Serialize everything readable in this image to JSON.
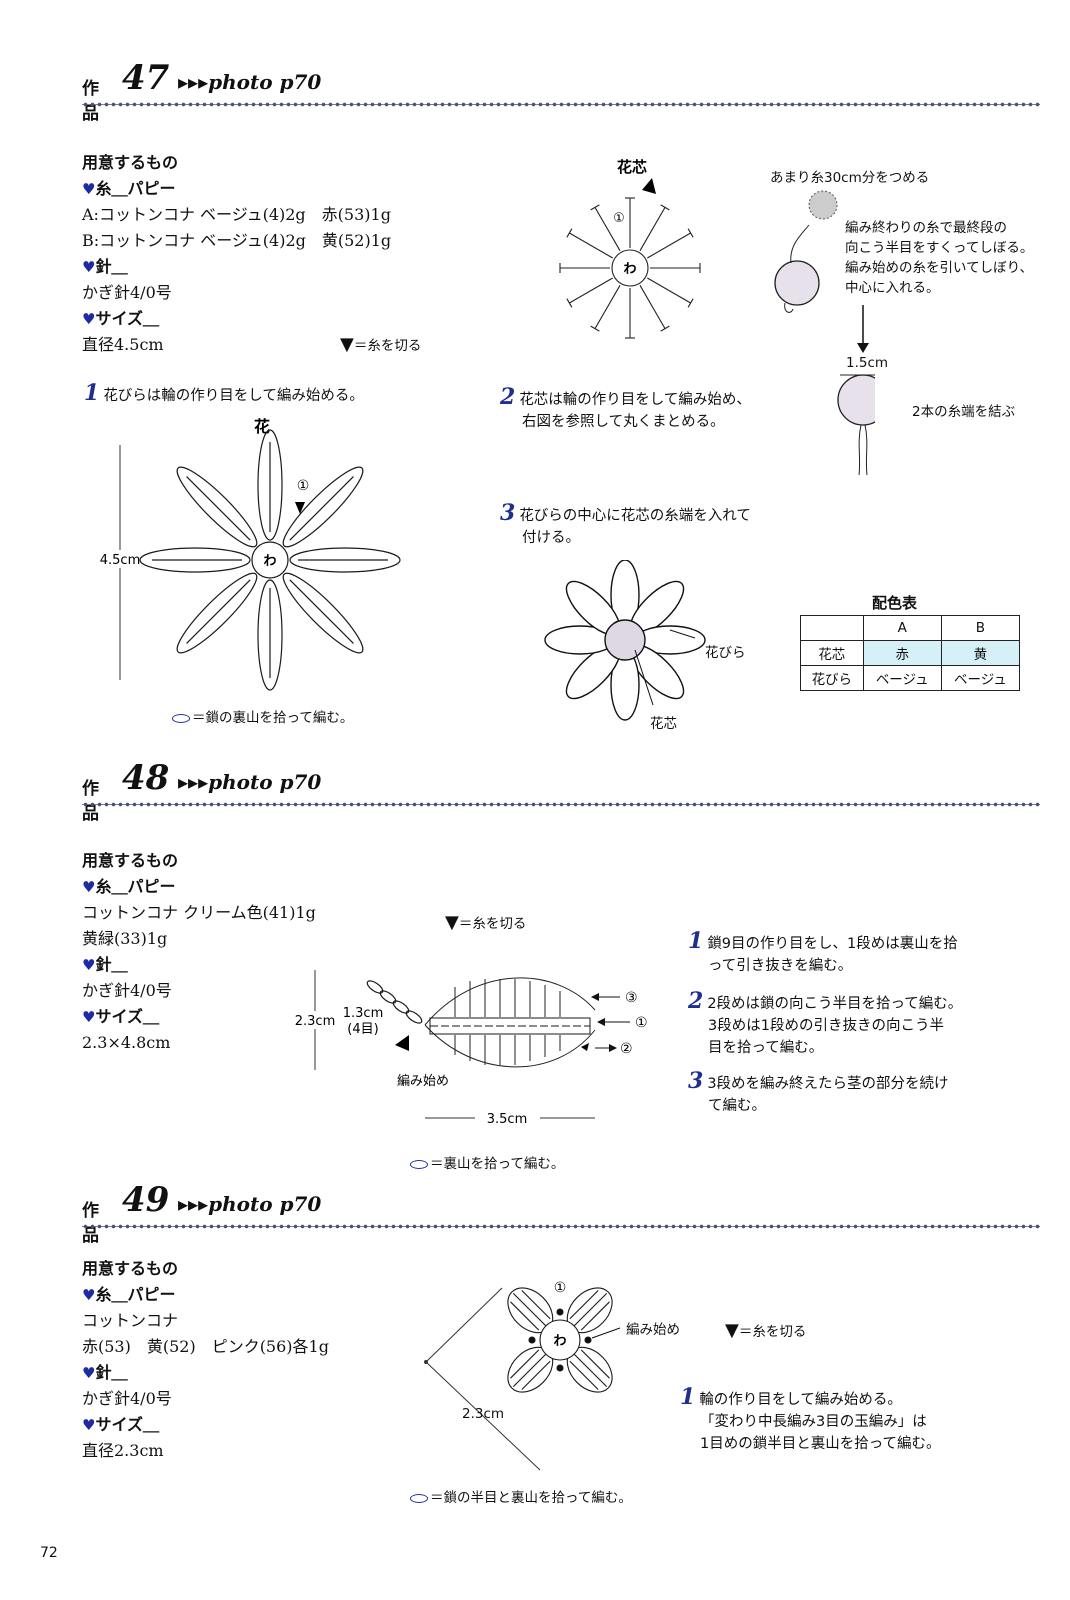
{
  "page_number": "72",
  "common": {
    "sakuhin": "作品",
    "photo": "▸▸▸photo p70",
    "cut_label": "＝糸を切る",
    "materials_title": "用意するもの"
  },
  "s47": {
    "num": "47",
    "yarn_head": "糸＿パピー",
    "yarn_a": "A:コットンコナ ベージュ(4)2g　赤(53)1g",
    "yarn_b": "B:コットンコナ ベージュ(4)2g　黄(52)1g",
    "needle_head": "針＿",
    "needle": "かぎ針4/0号",
    "size_head": "サイズ＿",
    "size": "直径4.5cm",
    "step1": "花びらは輪の作り目をして編み始める。",
    "step2a": "花芯は輪の作り目をして編み始め、",
    "step2b": "右図を参照して丸くまとめる。",
    "step3a": "花びらの中心に花芯の糸端を入れて",
    "step3b": "付ける。",
    "flower_label": "花",
    "wa": "わ",
    "round1": "①",
    "dim_45": "4.5cm",
    "chain_note": "＝鎖の裏山を拾って編む。",
    "core_label": "花芯",
    "stuff_note": "あまり糸30cm分をつめる",
    "core_note1": "編み終わりの糸で最終段の",
    "core_note2": "向こう半目をすくってしぼる。",
    "core_note3": "編み始めの糸を引いてしぼり、",
    "core_note4": "中心に入れる。",
    "dim_15": "1.5cm",
    "tie_note": "2本の糸端を結ぶ",
    "petal_label": "花びら",
    "center_label": "花芯",
    "table_title": "配色表",
    "table": {
      "head": [
        "",
        "A",
        "B"
      ],
      "rows": [
        [
          "花芯",
          "赤",
          "黄"
        ],
        [
          "花びら",
          "ベージュ",
          "ベージュ"
        ]
      ]
    }
  },
  "s48": {
    "num": "48",
    "yarn_head": "糸＿パピー",
    "yarn1": "コットンコナ クリーム色(41)1g",
    "yarn2": "黄緑(33)1g",
    "needle_head": "針＿",
    "needle": "かぎ針4/0号",
    "size_head": "サイズ＿",
    "size": "2.3×4.8cm",
    "dim_23": "2.3cm",
    "dim_13": "1.3cm",
    "dim_4": "(4目)",
    "dim_35": "3.5cm",
    "start": "編み始め",
    "r1": "①",
    "r2": "②",
    "r3": "③",
    "note": "＝裏山を拾って編む。",
    "step1a": "鎖9目の作り目をし、1段めは裏山を拾",
    "step1b": "って引き抜きを編む。",
    "step2a": "2段めは鎖の向こう半目を拾って編む。",
    "step2b": "3段めは1段めの引き抜きの向こう半",
    "step2c": "目を拾って編む。",
    "step3a": "3段めを編み終えたら茎の部分を続け",
    "step3b": "て編む。"
  },
  "s49": {
    "num": "49",
    "yarn_head": "糸＿パピー",
    "yarn1": "コットンコナ",
    "yarn2": "赤(53)　黄(52)　ピンク(56)各1g",
    "needle_head": "針＿",
    "needle": "かぎ針4/0号",
    "size_head": "サイズ＿",
    "size": "直径2.3cm",
    "wa": "わ",
    "r1": "①",
    "start": "編み始め",
    "dim_23": "2.3cm",
    "note": "＝鎖の半目と裏山を拾って編む。",
    "step1a": "輪の作り目をして編み始める。",
    "step1b": "「変わり中長編み3目の玉編み」は",
    "step1c": "1目めの鎖半目と裏山を拾って編む。"
  }
}
